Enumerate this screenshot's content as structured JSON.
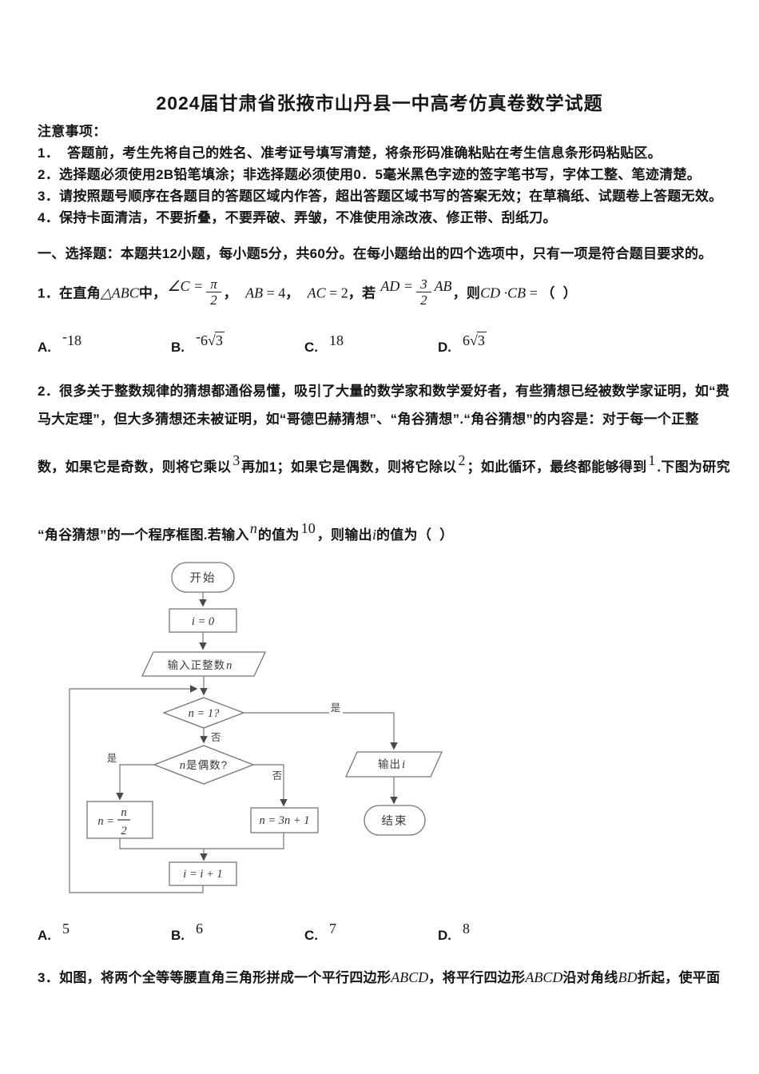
{
  "colors": {
    "paper": "#ffffff",
    "ink": "#161616",
    "flow_stroke": "#757575",
    "flow_ink": "#3a3a3a"
  },
  "title": "2024届甘肃省张掖市山丹县一中高考仿真卷数学试题",
  "notice": {
    "heading": "注意事项：",
    "items": [
      "1．  答题前，考生先将自己的姓名、准考证号填写清楚，将条形码准确粘贴在考生信息条形码粘贴区。",
      "2．选择题必须使用2B铅笔填涂；非选择题必须使用0．5毫米黑色字迹的签字笔书写，字体工整、笔迹清楚。",
      "3．请按照题号顺序在各题目的答题区域内作答，超出答题区域书写的答案无效；在草稿纸、试题卷上答题无效。",
      "4．保持卡面清洁，不要折叠，不要弄破、弄皱，不准使用涂改液、修正带、刮纸刀。"
    ]
  },
  "section1": "一、选择题：本题共12小题，每小题5分，共60分。在每小题给出的四个选项中，只有一项是符合题目要求的。",
  "q1": {
    "stem": [
      {
        "t": "1．在直角"
      },
      {
        "t": "△ABC",
        "s": "m"
      },
      {
        "t": "中，"
      },
      {
        "t": "∠C =",
        "s": "msup"
      },
      {
        "frac": {
          "num": "π",
          "den": "2"
        }
      },
      {
        "t": "，  "
      },
      {
        "t": "AB",
        "s": "m"
      },
      {
        "t": " = 4",
        "s": "r"
      },
      {
        "t": "，  "
      },
      {
        "t": "AC",
        "s": "m"
      },
      {
        "t": " = 2",
        "s": "r"
      },
      {
        "t": "，若 "
      },
      {
        "t": "AD =",
        "s": "msup"
      },
      {
        "frac": {
          "num": "3",
          "den": "2"
        }
      },
      {
        "t": "AB",
        "s": "msup"
      },
      {
        "t": "，则"
      },
      {
        "t": "CD ·CB",
        "s": "m"
      },
      {
        "t": " = ",
        "s": "r"
      },
      {
        "t": "（  ）"
      }
    ],
    "options": [
      {
        "label": "A.",
        "value": [
          {
            "t": "-",
            "s": "sup"
          },
          {
            "t": "18",
            "s": "r"
          }
        ]
      },
      {
        "label": "B.",
        "value": [
          {
            "t": "-",
            "s": "sup"
          },
          {
            "t": "6",
            "s": "r"
          },
          {
            "sqrt": "3"
          }
        ]
      },
      {
        "label": "C.",
        "value": [
          {
            "t": "18",
            "s": "r"
          }
        ]
      },
      {
        "label": "D.",
        "value": [
          {
            "t": "6",
            "s": "r"
          },
          {
            "sqrt": "3"
          }
        ]
      }
    ]
  },
  "q2": {
    "line1": "2．很多关于整数规律的猜想都通俗易懂，吸引了大量的数学家和数学爱好者，有些猜想已经被数学家证明，如“费",
    "line2": "马大定理”，但大多猜想还未被证明，如“哥德巴赫猜想”、“角谷猜想”.“角谷猜想”的内容是：对于每一个正整",
    "line3": [
      {
        "t": "数，如果它是奇数，则将它乘以"
      },
      {
        "t": "3",
        "s": "rsup"
      },
      {
        "t": "再加1；如果它是偶数，则将它除以"
      },
      {
        "t": "2",
        "s": "rsup"
      },
      {
        "t": "；如此循环，最终都能够得到"
      },
      {
        "t": "1",
        "s": "rsup"
      },
      {
        "t": ".下图为研究"
      }
    ],
    "line4": [
      {
        "t": "“角谷猜想”的一个程序框图.若输入"
      },
      {
        "t": "n",
        "s": "msup"
      },
      {
        "t": "的值为"
      },
      {
        "t": "10",
        "s": "rsup"
      },
      {
        "t": "，则输出"
      },
      {
        "t": "i",
        "s": "m"
      },
      {
        "t": "的值为（  ）"
      }
    ],
    "options": [
      {
        "label": "A.",
        "value": [
          {
            "t": "5",
            "s": "r"
          }
        ]
      },
      {
        "label": "B.",
        "value": [
          {
            "t": "6",
            "s": "r"
          }
        ]
      },
      {
        "label": "C.",
        "value": [
          {
            "t": "7",
            "s": "r"
          }
        ]
      },
      {
        "label": "D.",
        "value": [
          {
            "t": "8",
            "s": "r"
          }
        ]
      }
    ]
  },
  "q3": {
    "stem": [
      {
        "t": "3．如图，将两个全等等腰直角三角形拼成一个平行四边形"
      },
      {
        "t": "ABCD",
        "s": "m"
      },
      {
        "t": "，将平行四边形"
      },
      {
        "t": "ABCD",
        "s": "m"
      },
      {
        "t": "沿对角线"
      },
      {
        "t": "BD",
        "s": "m"
      },
      {
        "t": "折起，使平面"
      }
    ]
  },
  "flowchart": {
    "start": "开始",
    "init": "i = 0",
    "input_pre": "输入正整数",
    "input_var": "n",
    "cond1_var": "n",
    "cond1_rest": " = 1?",
    "cond2_var": "n",
    "cond2_rest": "是偶数?",
    "yes": "是",
    "no": "否",
    "half_pre": "n =",
    "half_num": "n",
    "half_den": "2",
    "triple": "n = 3n + 1",
    "inc": "i = i + 1",
    "output_pre": "输出",
    "output_var": "i",
    "end": "结束"
  }
}
